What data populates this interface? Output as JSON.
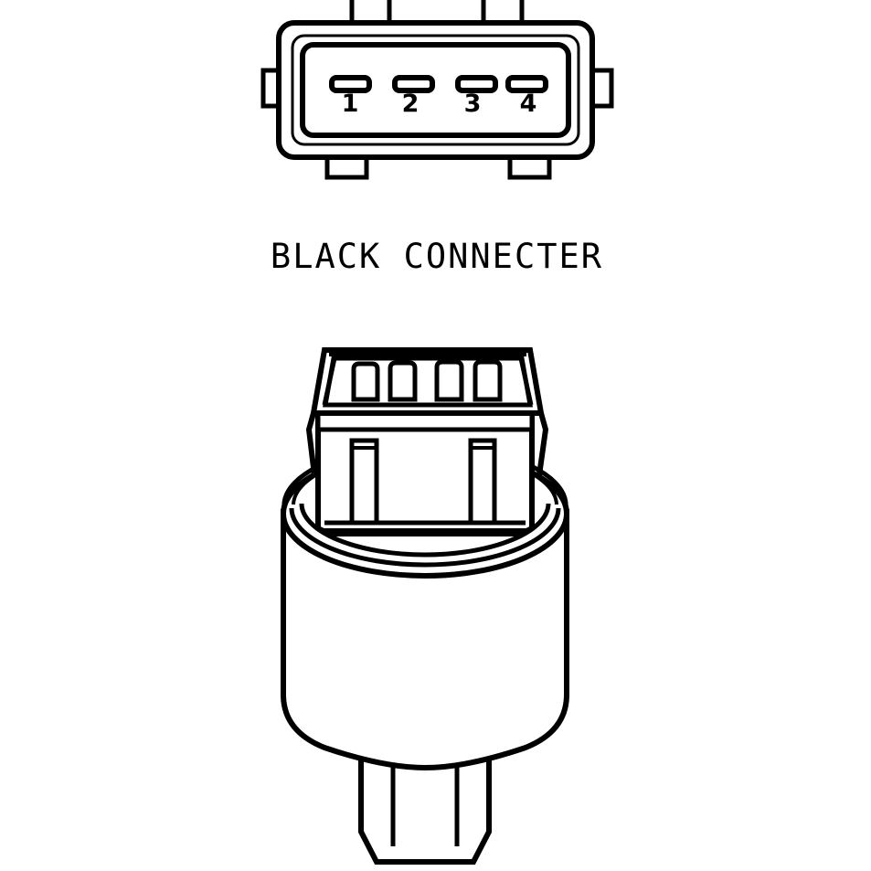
{
  "diagram": {
    "title": "Four-pin black connector and pressure switch sensor",
    "background_color": "#ffffff",
    "line_color": "#000000",
    "caption": "BLACK CONNECTER",
    "views": [
      {
        "name": "connector-face-view",
        "description": "Front face view of rectangular 4-pin connector housing",
        "pin_count": 4,
        "pins": [
          {
            "number": "1"
          },
          {
            "number": "2"
          },
          {
            "number": "3"
          },
          {
            "number": "4"
          }
        ],
        "tabs": {
          "top_count": 2,
          "bottom_count": 2,
          "left_count": 1,
          "right_count": 1
        }
      },
      {
        "name": "sensor-assembly-view",
        "description": "Perspective view of pressure switch with connector header, cylindrical body and hex base",
        "parts": [
          {
            "name": "connector-header",
            "terminal_count": 4
          },
          {
            "name": "latch-rail-left"
          },
          {
            "name": "latch-rail-right"
          },
          {
            "name": "cylindrical-body"
          },
          {
            "name": "hex-base",
            "facet_count": 3
          }
        ]
      }
    ]
  }
}
